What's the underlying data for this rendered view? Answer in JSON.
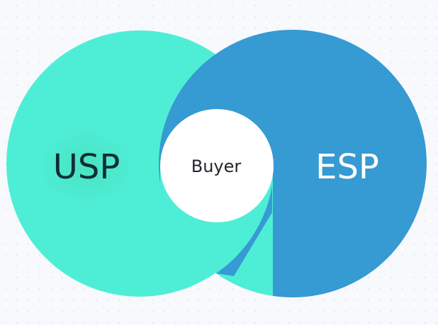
{
  "diagram": {
    "type": "venn",
    "left_label": "USP",
    "right_label": "ESP",
    "center_label": "Buyer",
    "colors": {
      "left_circle": "#4eeed6",
      "right_circle": "#369ad3",
      "center_circle": "#ffffff",
      "left_text": "#0f2e33",
      "right_text": "#ffffff",
      "center_text": "#23262b"
    }
  }
}
